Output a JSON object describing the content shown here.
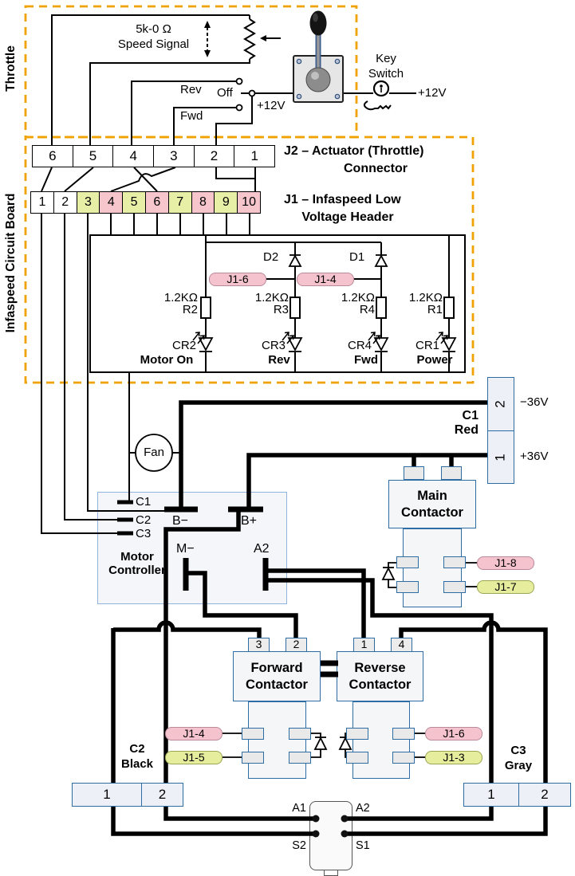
{
  "side_labels": {
    "throttle": "Throttle",
    "board": "Infaspeed Circuit Board"
  },
  "throttle": {
    "pot_line1": "5k-0 Ω",
    "pot_line2": "Speed Signal",
    "rev": "Rev",
    "off": "Off",
    "fwd": "Fwd",
    "plus12": "+12V",
    "key_line1": "Key",
    "key_line2": "Switch",
    "key_plus12": "+12V"
  },
  "j2": {
    "title_line1": "J2 – Actuator (Throttle)",
    "title_line2": "Connector",
    "pins": [
      "6",
      "5",
      "4",
      "3",
      "2",
      "1"
    ]
  },
  "j1": {
    "title_line1": "J1 – Infaspeed Low",
    "title_line2": "Voltage Header",
    "pins": [
      "1",
      "2",
      "3",
      "4",
      "5",
      "6",
      "7",
      "8",
      "9",
      "10"
    ],
    "pin_colors": [
      "white",
      "white",
      "green",
      "pink",
      "green",
      "pink",
      "green",
      "pink",
      "green",
      "pink"
    ]
  },
  "led": {
    "d2": "D2",
    "d1": "D1",
    "pill_rev": "J1-6",
    "pill_fwd": "J1-4",
    "b": [
      {
        "rv": "1.2KΩ",
        "rn": "R2",
        "cr": "CR2",
        "cap": "Motor On"
      },
      {
        "rv": "1.2KΩ",
        "rn": "R3",
        "cr": "CR3",
        "cap": "Rev"
      },
      {
        "rv": "1.2KΩ",
        "rn": "R4",
        "cr": "CR4",
        "cap": "Fwd"
      },
      {
        "rv": "1.2KΩ",
        "rn": "R1",
        "cr": "CR1",
        "cap": "Power"
      }
    ]
  },
  "controller": {
    "fan": "Fan",
    "c1": "C1",
    "c2": "C2",
    "c3": "C3",
    "bminus": "B−",
    "bplus": "B+",
    "mminus": "M−",
    "a2": "A2",
    "title_line1": "Motor",
    "title_line2": "Controller"
  },
  "c1conn": {
    "name_line1": "C1",
    "name_line2": "Red",
    "pin_top": "2",
    "pin_bottom": "1",
    "neg": "−36V",
    "pos": "+36V"
  },
  "main_contactor": {
    "title_line1": "Main",
    "title_line2": "Contactor",
    "pill_top": "J1-8",
    "pill_bottom": "J1-7"
  },
  "forward_contactor": {
    "title_line1": "Forward",
    "title_line2": "Contactor",
    "stub_left": "3",
    "stub_right": "2",
    "pill_top": "J1-4",
    "pill_bottom": "J1-5"
  },
  "reverse_contactor": {
    "title_line1": "Reverse",
    "title_line2": "Contactor",
    "stub_left": "1",
    "stub_right": "4",
    "pill_top": "J1-6",
    "pill_bottom": "J1-3"
  },
  "c2conn": {
    "name_line1": "C2",
    "name_line2": "Black",
    "pin1": "1",
    "pin2": "2"
  },
  "c3conn": {
    "name_line1": "C3",
    "name_line2": "Gray",
    "pin1": "1",
    "pin2": "2"
  },
  "motor": {
    "a1": "A1",
    "a2": "A2",
    "s2": "S2",
    "s1": "S1"
  },
  "colors": {
    "accent_orange": "#f0a202",
    "pin_green": "#e7efa6",
    "pin_pink": "#f7c6cc",
    "pill_green": "#e6ee9e",
    "pill_pink": "#f5c3cd",
    "connector_blue": "#2e6da4",
    "connector_fill": "#edf1f7"
  }
}
